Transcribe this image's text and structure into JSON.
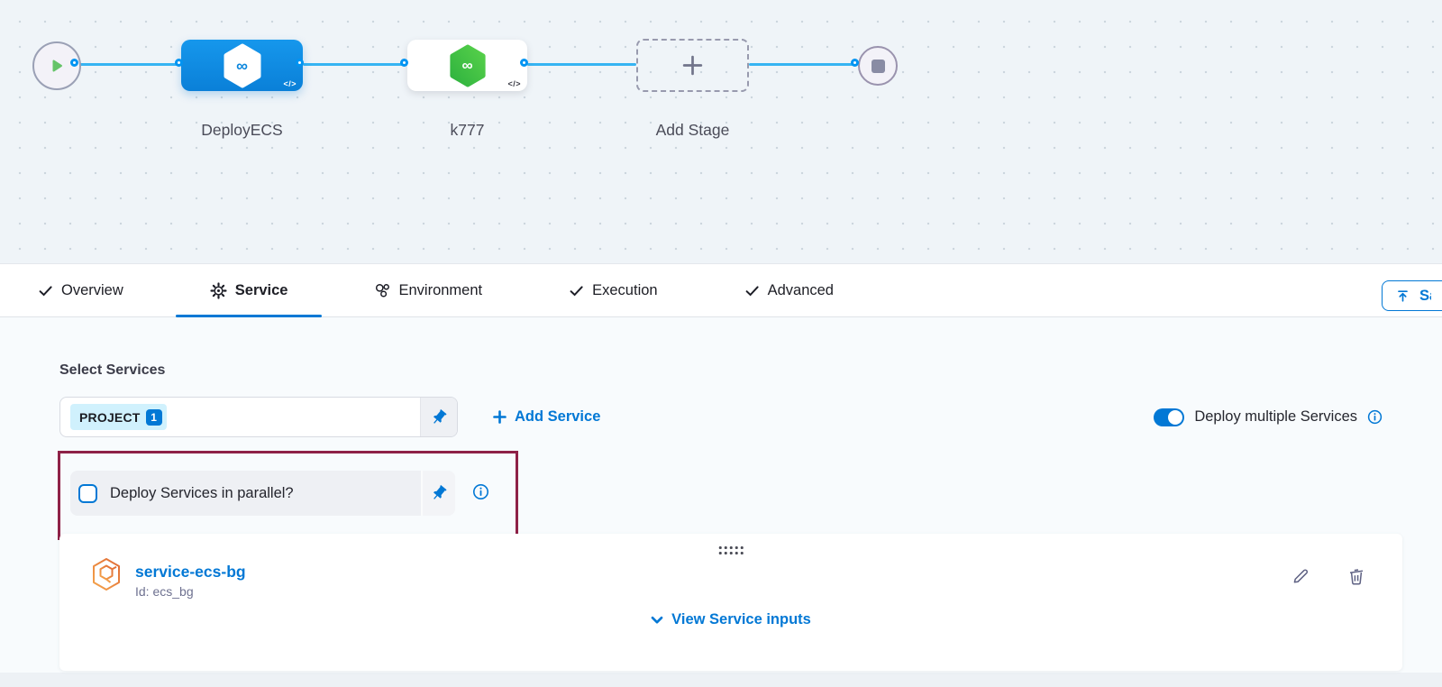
{
  "canvas": {
    "stages": [
      {
        "name": "DeployECS"
      },
      {
        "name": "k777"
      },
      {
        "name": "Add Stage"
      }
    ],
    "code_badge": "</>",
    "infinity_glyph": "∞"
  },
  "tabs": {
    "items": [
      {
        "label": "Overview"
      },
      {
        "label": "Service"
      },
      {
        "label": "Environment"
      },
      {
        "label": "Execution"
      },
      {
        "label": "Advanced"
      }
    ],
    "save_label": "Save"
  },
  "services": {
    "section_label": "Select Services",
    "chip_text": "PROJECT",
    "chip_count": "1",
    "add_service_label": "Add Service",
    "deploy_multiple_label": "Deploy multiple Services",
    "parallel_label": "Deploy Services in parallel?",
    "card": {
      "name": "service-ecs-bg",
      "id": "Id: ecs_bg",
      "view_inputs_label": "View Service inputs"
    }
  },
  "colors": {
    "accent_blue": "#0278d5",
    "edge_blue": "#36b4f2",
    "node_blue": "#0b86dd",
    "node_green": "#42c73f",
    "annotation_maroon": "#8e2147"
  }
}
